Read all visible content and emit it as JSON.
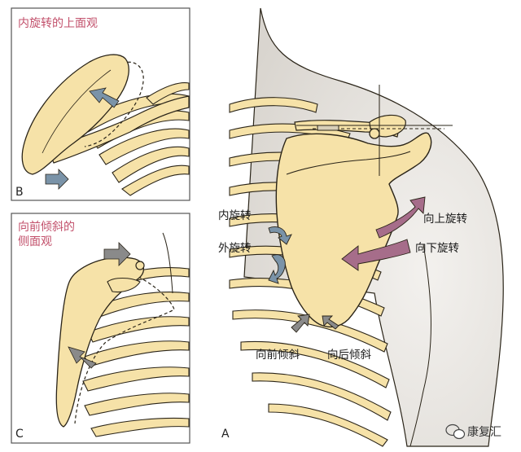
{
  "panel_b": {
    "letter": "B",
    "title": "内旋转的上面观"
  },
  "panel_c": {
    "letter": "C",
    "title_line1": "向前倾斜的",
    "title_line2": "侧面观"
  },
  "panel_a": {
    "letter": "A",
    "labels": {
      "internal_rotation": "内旋转",
      "external_rotation": "外旋转",
      "upward_rotation": "向上旋转",
      "downward_rotation": "向下旋转",
      "anterior_tilt": "向前倾斜",
      "posterior_tilt": "向后倾斜"
    }
  },
  "watermark": {
    "text": "康复汇"
  },
  "colors": {
    "bone": "#f6e2a8",
    "bone_outline": "#2a2418",
    "arrow_blue": "#7a93a8",
    "arrow_pink": "#a66d8a",
    "arrow_gray": "#8a8a8a",
    "title_red": "#c2506b"
  }
}
